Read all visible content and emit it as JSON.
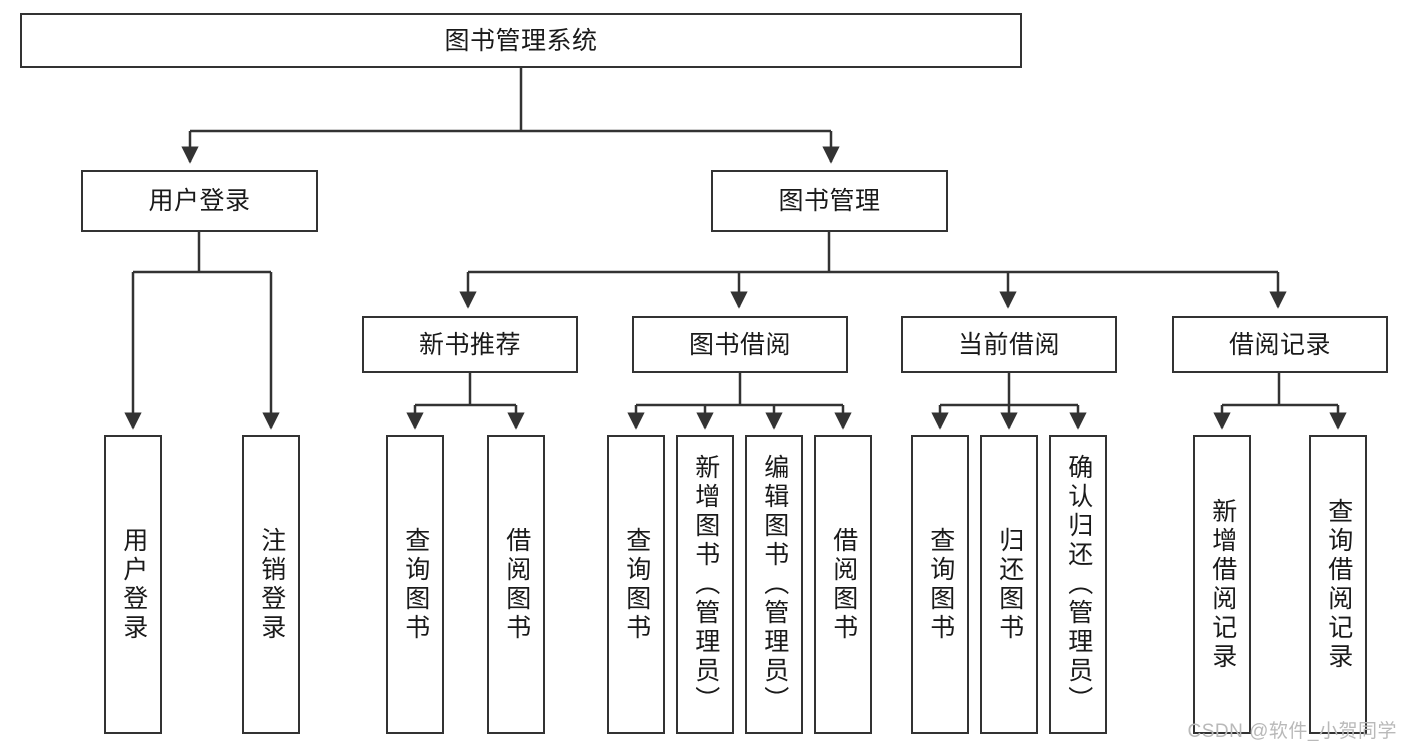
{
  "diagram": {
    "title": "图书管理系统",
    "watermark": "CSDN @软件_小贺同学",
    "line_color": "#333333",
    "box_fill": "#ffffff",
    "text_color": "#1a1a1a",
    "type": "tree-hierarchy-diagram"
  },
  "nodes": {
    "root": {
      "label": "图书管理系统"
    },
    "level2": [
      {
        "label": "用户登录"
      },
      {
        "label": "图书管理"
      }
    ],
    "level3": [
      {
        "label": "新书推荐"
      },
      {
        "label": "图书借阅"
      },
      {
        "label": "当前借阅"
      },
      {
        "label": "借阅记录"
      }
    ],
    "leaves_user_login": [
      {
        "label": "用户登录"
      },
      {
        "label": "注销登录"
      }
    ],
    "leaves_new_book": [
      {
        "label": "查询图书"
      },
      {
        "label": "借阅图书"
      }
    ],
    "leaves_borrow": [
      {
        "label": "查询图书"
      },
      {
        "label": "新增图书（管理员）"
      },
      {
        "label": "编辑图书（管理员）"
      },
      {
        "label": "借阅图书"
      }
    ],
    "leaves_current": [
      {
        "label": "查询图书"
      },
      {
        "label": "归还图书"
      },
      {
        "label": "确认归还（管理员）"
      }
    ],
    "leaves_records": [
      {
        "label": "新增借阅记录"
      },
      {
        "label": "查询借阅记录"
      }
    ]
  }
}
